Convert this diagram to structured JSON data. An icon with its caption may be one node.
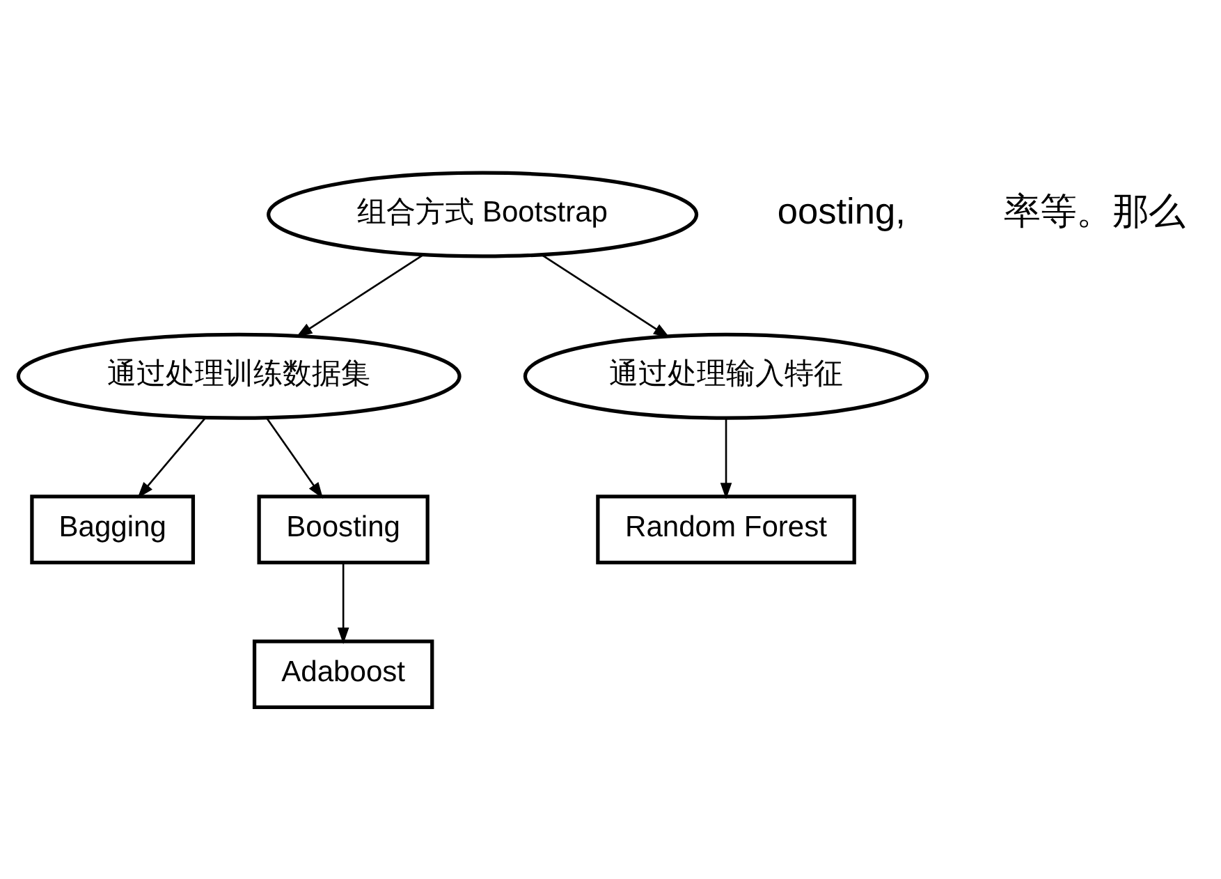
{
  "diagram": {
    "nodes": [
      {
        "text": [
          "组合方式 Bootstrap"
        ]
      },
      {
        "text": [
          "通过处理训练数据集"
        ]
      },
      {
        "text": [
          "通过处理输入特征"
        ]
      },
      {
        "text": [
          "Bagging"
        ]
      },
      {
        "text": [
          "Boosting"
        ]
      },
      {
        "text": [
          "Random Forest"
        ]
      },
      {
        "text": [
          "Adaboost"
        ]
      }
    ],
    "edges": [
      {
        "from": 0,
        "to": 1,
        "arrow": "to"
      },
      {
        "from": 0,
        "to": 2,
        "arrow": "to"
      },
      {
        "from": 1,
        "to": 3,
        "arrow": "to"
      },
      {
        "from": 1,
        "to": 4,
        "arrow": "to"
      },
      {
        "from": 2,
        "to": 5,
        "arrow": "to"
      },
      {
        "from": 4,
        "to": 6,
        "arrow": "to"
      }
    ],
    "labels": [
      "oosting,",
      "率等。那么"
    ]
  }
}
